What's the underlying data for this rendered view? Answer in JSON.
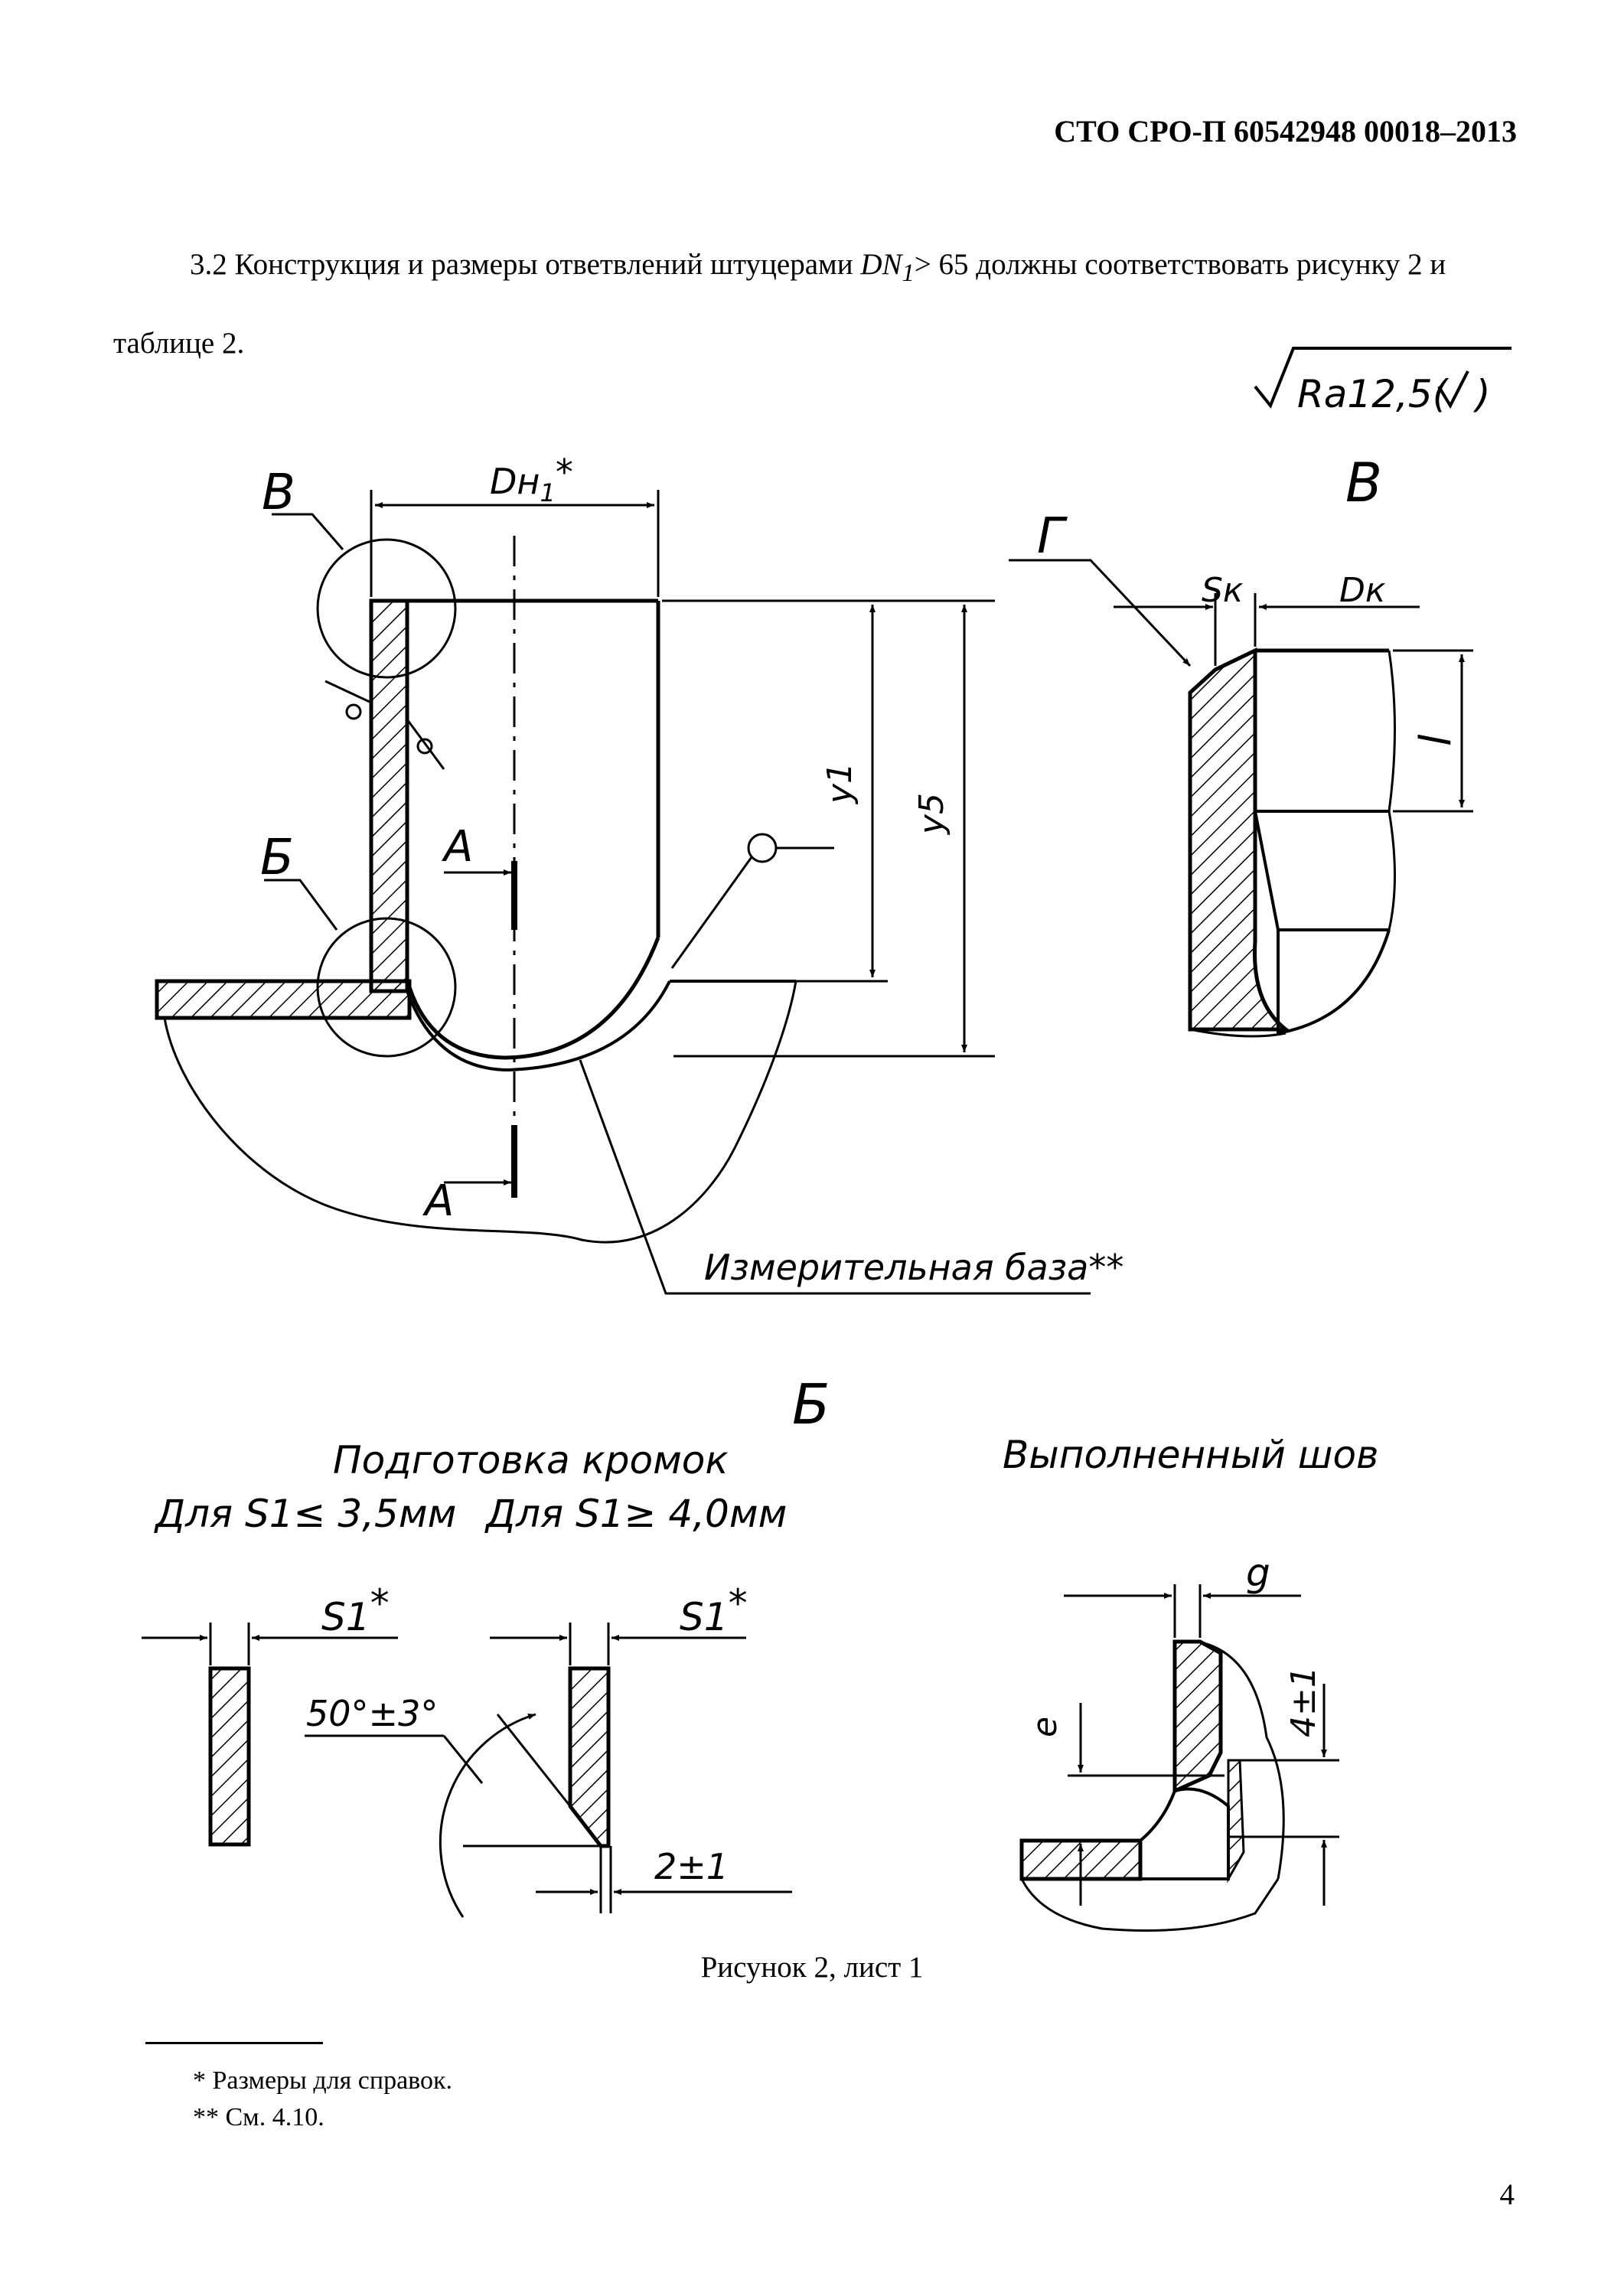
{
  "header": {
    "code": "СТО СРО-П 60542948 00018–2013"
  },
  "paragraph": {
    "before": "3.2 Конструкция и размеры ответвлений штуцерами ",
    "var": "DN",
    "sub": "1",
    "after": "> 65 должны соответствовать рисунку 2 и таблице 2."
  },
  "drawing": {
    "roughness": "Ra12,5(",
    "roughness_close": ")",
    "main": {
      "leader_v": "В",
      "leader_b": "Б",
      "dim_dn": "Dн",
      "dim_dn_sub": "1",
      "dim_dn_star": "*",
      "section_a_top": "А",
      "section_a_bottom": "А",
      "dim_y1": "y1",
      "dim_y5": "y5",
      "base_label": "Измерительная база**"
    },
    "detail_v": {
      "title": "В",
      "leader_g": "Г",
      "dim_sk": "Sк",
      "dim_dk": "Dк",
      "dim_l": "l"
    },
    "detail_b": {
      "title": "Б",
      "prep_title": "Подготовка кромок",
      "cond_left": "Для S1≤ 3,5мм",
      "cond_right": "Для S1≥ 4,0мм",
      "dim_s1_left": "S1",
      "dim_s1_right": "S1",
      "star": "*",
      "angle": "50°±3°",
      "gap": "2±1",
      "weld_title": "Выполненный шов",
      "dim_g": "g",
      "dim_e": "e",
      "dim_4": "4±1"
    }
  },
  "caption": "Рисунок 2, лист 1",
  "footnotes": [
    "* Размеры для справок.",
    "** См. 4.10."
  ],
  "page_number": "4"
}
